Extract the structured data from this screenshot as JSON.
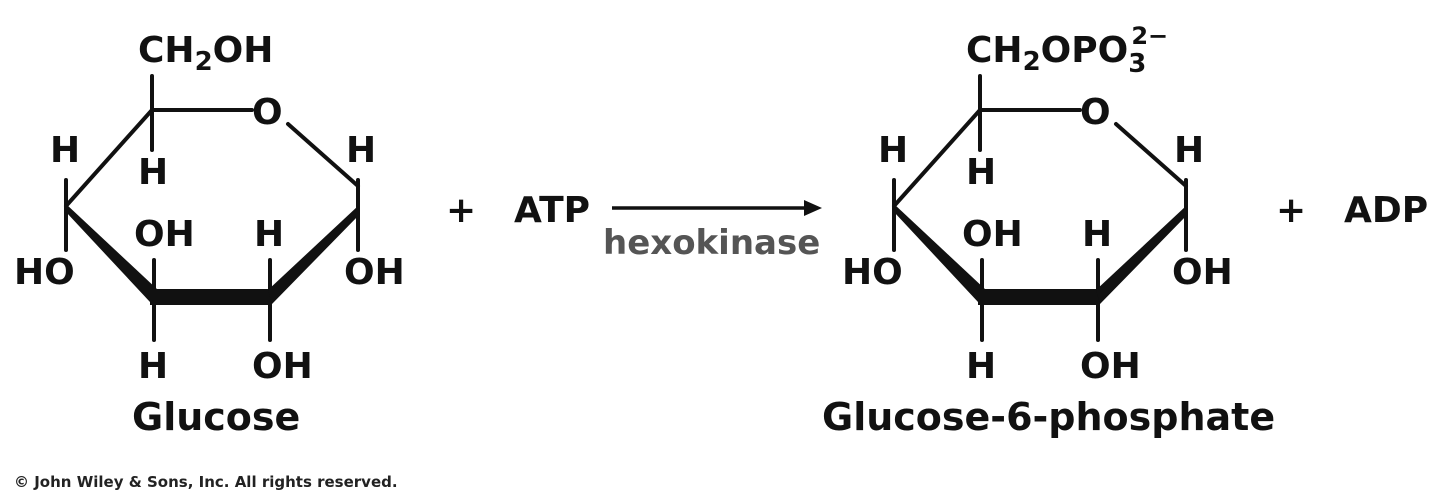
{
  "glucose": {
    "top_group": "CH",
    "top_group_sub": "2",
    "top_group_tail": "OH",
    "ring_o": "O",
    "labels": {
      "c5_h": "H",
      "c4_h": "H",
      "c1_h": "H",
      "c4_oh": "HO",
      "c3_oh": "OH",
      "c2_h": "H",
      "c1_oh": "OH",
      "c3_h": "H",
      "c2_oh": "OH"
    },
    "name": "Glucose"
  },
  "plus_1": "+",
  "reactant_2": "ATP",
  "enzyme": "hexokinase",
  "g6p": {
    "top_group": "CH",
    "top_group_sub": "2",
    "top_group_tail": "OPO",
    "top_group_sub2": "3",
    "top_group_charge": "2−",
    "ring_o": "O",
    "labels": {
      "c5_h": "H",
      "c4_h": "H",
      "c1_h": "H",
      "c4_oh": "HO",
      "c3_oh": "OH",
      "c2_h": "H",
      "c1_oh": "OH",
      "c3_h": "H",
      "c2_oh": "OH"
    },
    "name": "Glucose-6-phosphate"
  },
  "plus_2": "+",
  "product_2": "ADP",
  "copyright": "© John Wiley & Sons, Inc. All rights reserved."
}
